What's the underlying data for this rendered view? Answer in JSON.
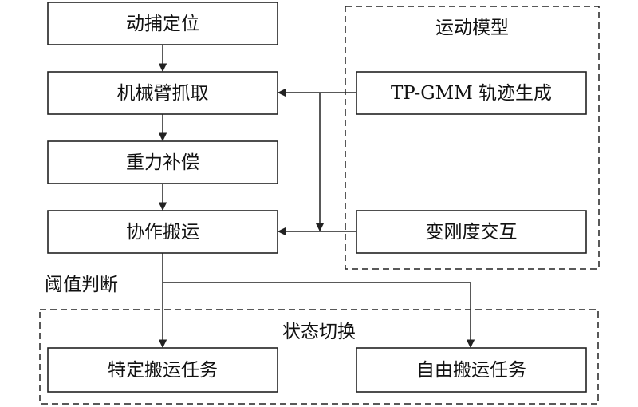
{
  "nodes": {
    "mocap": "动捕定位",
    "grasp": "机械臂抓取",
    "gravity": "重力补偿",
    "carry": "协作搬运",
    "tpgmm": "TP-GMM 轨迹生成",
    "stiffness": "变刚度交互",
    "specific_task": "特定搬运任务",
    "free_task": "自由搬运任务"
  },
  "groups": {
    "motion_model": "运动模型",
    "state_switch": "状态切换"
  },
  "edge_labels": {
    "threshold": "阈值判断"
  }
}
